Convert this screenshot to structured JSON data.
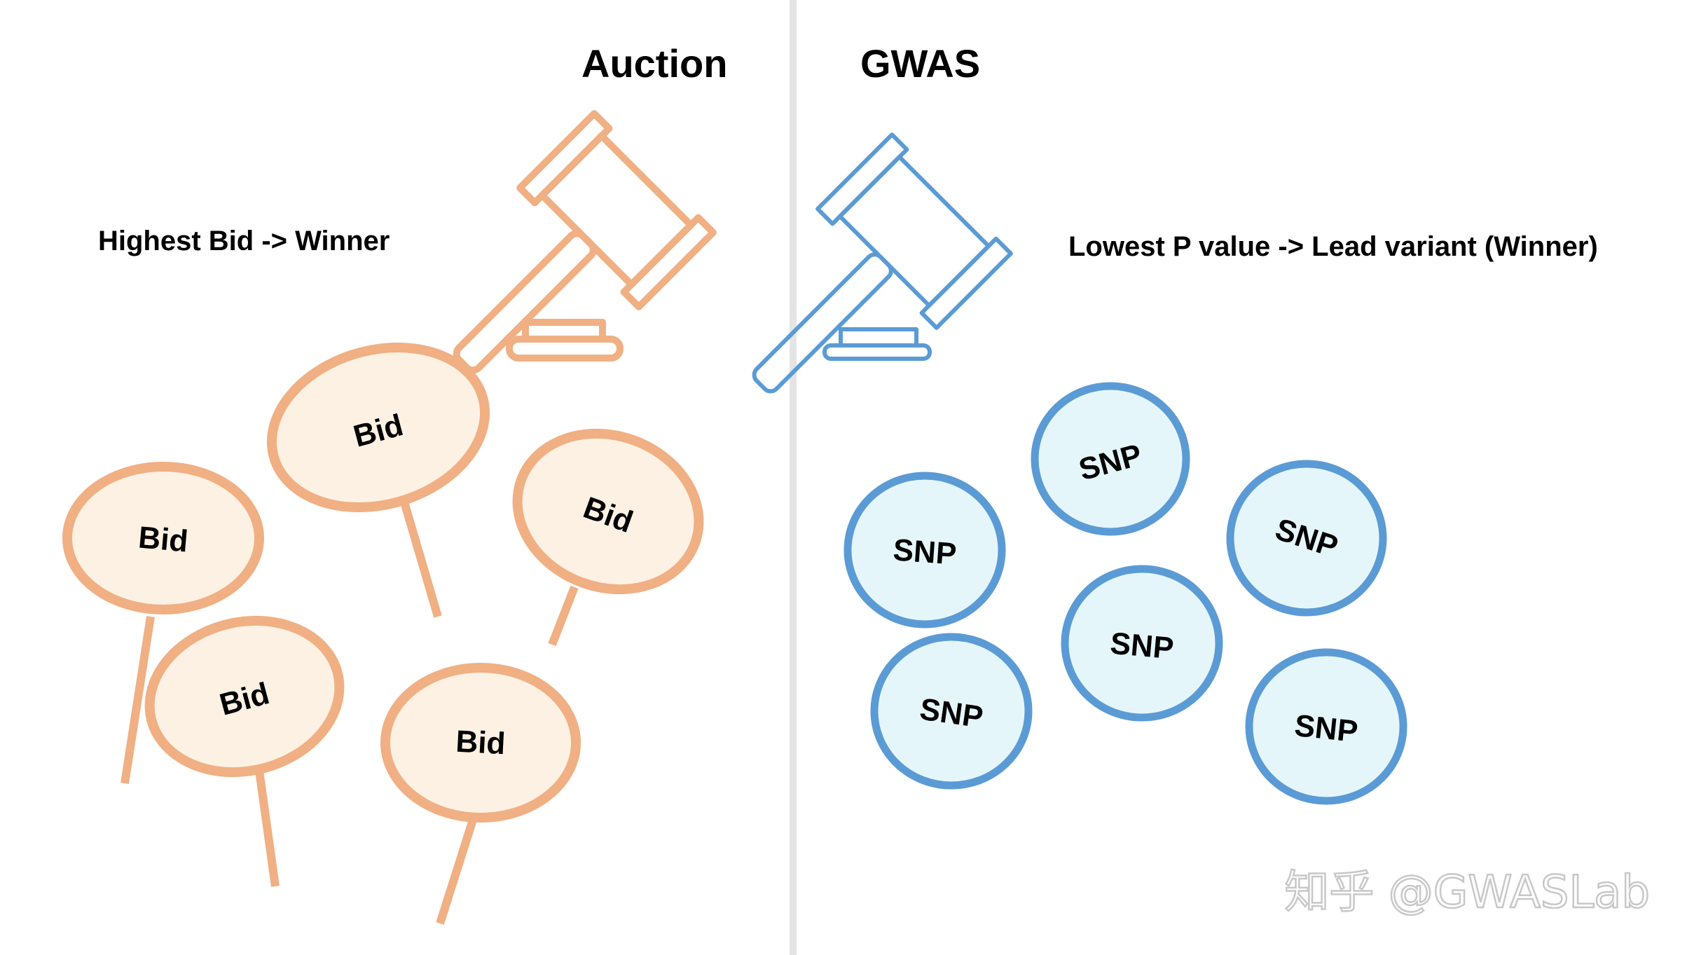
{
  "left_panel": {
    "title": "Auction",
    "caption": "Highest Bid -> Winner",
    "sign_label": "Bid",
    "stroke_color": "#f0b083",
    "fill_color": "#fdf1e3"
  },
  "right_panel": {
    "title": "GWAS",
    "caption": "Lowest P value -> Lead variant (Winner)",
    "circle_label": "SNP",
    "stroke_color": "#5b9bd5",
    "fill_color": "#e5f6fb"
  },
  "divider_color": "#e4e4e4",
  "watermark": "知乎 @GWASLab"
}
